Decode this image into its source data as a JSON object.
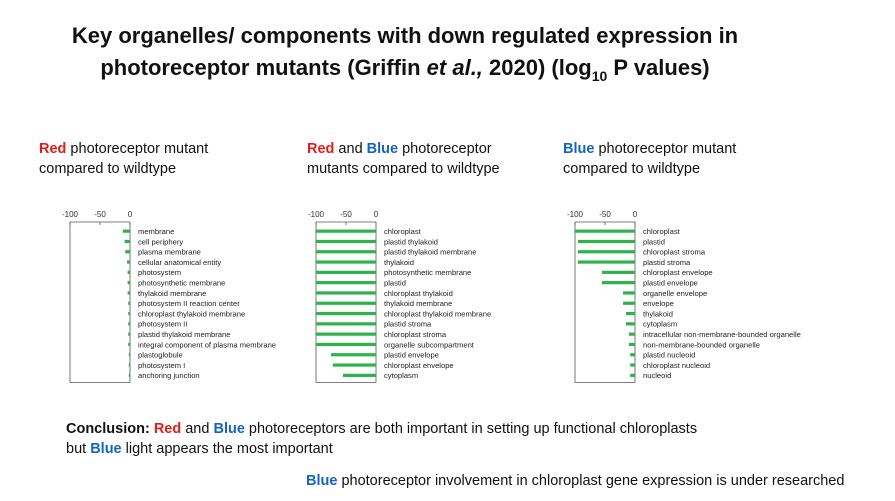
{
  "title": {
    "line1": "Key organelles/ components with down regulated expression in",
    "line2_a": "photoreceptor mutants (Griffin ",
    "line2_italic": "et al.,",
    "line2_b": " 2020) (log",
    "line2_sub": "10",
    "line2_c": " P values)"
  },
  "panels": [
    {
      "lead": "Red",
      "lead_class": "red",
      "mid": "",
      "mid_word": "",
      "rest1": " photoreceptor mutant",
      "rest2": "compared to wildtype"
    },
    {
      "lead": "Red",
      "lead_class": "red",
      "mid": " and ",
      "mid_word": "Blue",
      "rest1": " photoreceptor",
      "rest2": "mutants compared to wildtype"
    },
    {
      "lead": "Blue",
      "lead_class": "blue",
      "mid": "",
      "mid_word": "",
      "rest1": " photoreceptor mutant",
      "rest2": "compared to wildtype"
    }
  ],
  "conclusion": {
    "label": "Conclusion:",
    "red_word": "Red",
    "and": " and ",
    "blue_word": "Blue",
    "text1": " photoreceptors are both important in setting up functional chloroplasts but ",
    "blue_word2": "Blue",
    "text2": " light appears the most important"
  },
  "note": {
    "blue_word": "Blue",
    "text": " photoreceptor involvement in chloroplast gene expression is under researched"
  },
  "colors": {
    "bar": "#2db34a",
    "red": "#e21b1b",
    "blue": "#1565c0",
    "axis": "#555555"
  },
  "chart_data": [
    {
      "type": "bar",
      "orientation": "horizontal",
      "xlim": [
        -100,
        0
      ],
      "xticks": [
        "-100",
        "-50",
        "0"
      ],
      "categories": [
        "membrane",
        "cell periphery",
        "plasma membrane",
        "cellular anatomical entity",
        "photosystem",
        "photosynthetic membrane",
        "thylakoid membrane",
        "photosystem II reaction center",
        "chloroplast thylakoid membrane",
        "photosystem II",
        "plastid thylakoid membrane",
        "integral component of plasma membrane",
        "plastoglobule",
        "photosystem I",
        "anchoring junction"
      ],
      "values": [
        -12,
        -9,
        -8,
        -5,
        -4,
        -4,
        -4,
        -3,
        -3,
        -3,
        -3,
        -3,
        -2,
        -2,
        -2
      ]
    },
    {
      "type": "bar",
      "orientation": "horizontal",
      "xlim": [
        -100,
        0
      ],
      "xticks": [
        "-100",
        "-50",
        "0"
      ],
      "categories": [
        "chloroplast",
        "plastid thylakoid",
        "plastid thylakoid membrane",
        "thylakoid",
        "photosynthetic membrane",
        "plastid",
        "chloroplast thylakoid",
        "thylakoid membrane",
        "chloroplast thylakoid membrane",
        "plastid stroma",
        "chloroplast stroma",
        "organelle subcompartment",
        "plastid envelope",
        "chloroplast envelope",
        "cytoplasm"
      ],
      "values": [
        -100,
        -100,
        -100,
        -100,
        -100,
        -100,
        -100,
        -100,
        -100,
        -100,
        -100,
        -100,
        -75,
        -72,
        -55
      ]
    },
    {
      "type": "bar",
      "orientation": "horizontal",
      "xlim": [
        -100,
        0
      ],
      "xticks": [
        "-100",
        "-50",
        "0"
      ],
      "categories": [
        "chloroplast",
        "plastid",
        "chloroplast stroma",
        "plastid stroma",
        "chloroplast envelope",
        "plastid envelope",
        "organelle envelope",
        "envelope",
        "thylakoid",
        "cytoplasm",
        "intracellular non-membrane-bounded organelle",
        "non-membrane-bounded organelle",
        "plastid nucleoid",
        "chloroplast nucleoid",
        "nucleoid"
      ],
      "values": [
        -100,
        -95,
        -95,
        -95,
        -55,
        -55,
        -20,
        -20,
        -15,
        -15,
        -10,
        -10,
        -8,
        -8,
        -8
      ]
    }
  ]
}
